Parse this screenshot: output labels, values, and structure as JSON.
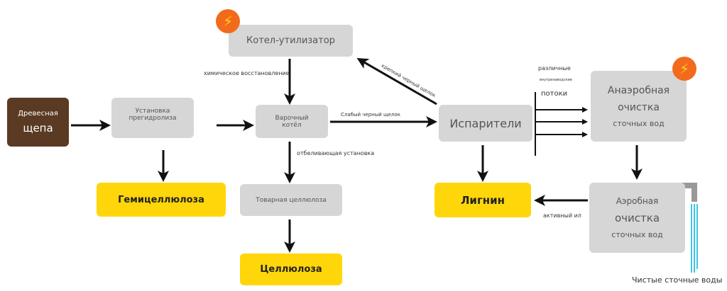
{
  "nodes": {
    "chips": {
      "line1": "Древесная",
      "line2": "щепа"
    },
    "prehydrolysis": "Установка прегидролиза",
    "recovery_boiler": "Котел-утилизатор",
    "digester": {
      "line1": "Варочный",
      "line2": "котёл"
    },
    "evaporators": "Испарители",
    "anaerobic": {
      "line1": "Анаэробная",
      "line2": "очистка",
      "line3": "сточных вод"
    },
    "hemicellulose": "Гемицеллюлоза",
    "market_pulp": "Товарная целлюлоза",
    "cellulose": "Целлюлоза",
    "lignin": "Лигнин",
    "aerobic": {
      "line1": "Аэробная",
      "line2": "очистка",
      "line3": "сточных вод"
    }
  },
  "labels": {
    "chemical_recovery": "химическое восстановление",
    "weak_liquor": "Слабый черный щелок",
    "strong_liquor": "крепкий черный щелок",
    "bleaching": "отбеливающая установка",
    "various": "различные",
    "internal": "внутризаводские",
    "streams": "потоки",
    "activated_sludge": "активный ил",
    "clean_water": "Чистые сточные воды"
  },
  "colors": {
    "product": "#ffd60a",
    "process": "#d6d6d6",
    "raw": "#5a3a22",
    "energy": "#f26b1d"
  }
}
